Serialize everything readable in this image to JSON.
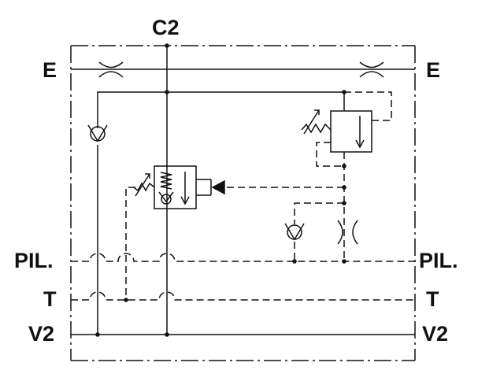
{
  "ports": {
    "top": "C2",
    "e_left": "E",
    "e_right": "E",
    "pil_left": "PIL.",
    "pil_right": "PIL.",
    "t_left": "T",
    "t_right": "T",
    "v2_left": "V2",
    "v2_right": "V2"
  },
  "colors": {
    "line": "#111111",
    "background": "#ffffff"
  }
}
